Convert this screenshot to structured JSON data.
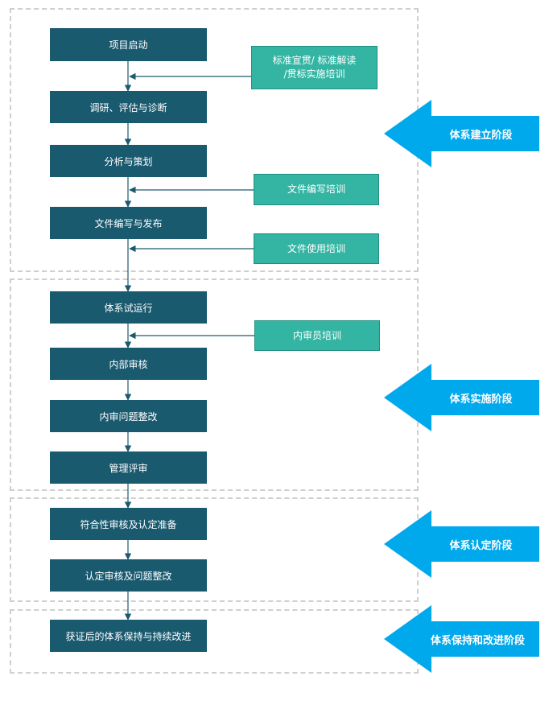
{
  "flow_steps": [
    {
      "label": "项目启动"
    },
    {
      "label": "调研、评估与诊断"
    },
    {
      "label": "分析与策划"
    },
    {
      "label": "文件编写与发布"
    },
    {
      "label": "体系试运行"
    },
    {
      "label": "内部审核"
    },
    {
      "label": "内审问题整改"
    },
    {
      "label": "管理评审"
    },
    {
      "label": "符合性审核及认定准备"
    },
    {
      "label": "认定审核及问题整改"
    },
    {
      "label": "获证后的体系保持与持续改进"
    }
  ],
  "training_boxes": [
    {
      "label": "标准宣贯/ 标准解读\n/贯标实施培训"
    },
    {
      "label": "文件编写培训"
    },
    {
      "label": "文件使用培训"
    },
    {
      "label": "内审员培训"
    }
  ],
  "phases": [
    {
      "label": "体系建立阶段"
    },
    {
      "label": "体系实施阶段"
    },
    {
      "label": "体系认定阶段"
    },
    {
      "label": "体系保持和改进阶段"
    }
  ],
  "colors": {
    "step_fill": "#1a5a6f",
    "training_fill": "#34b5a3",
    "phase_arrow": "#00a8ec",
    "dashed_border": "#cfcfcf"
  }
}
